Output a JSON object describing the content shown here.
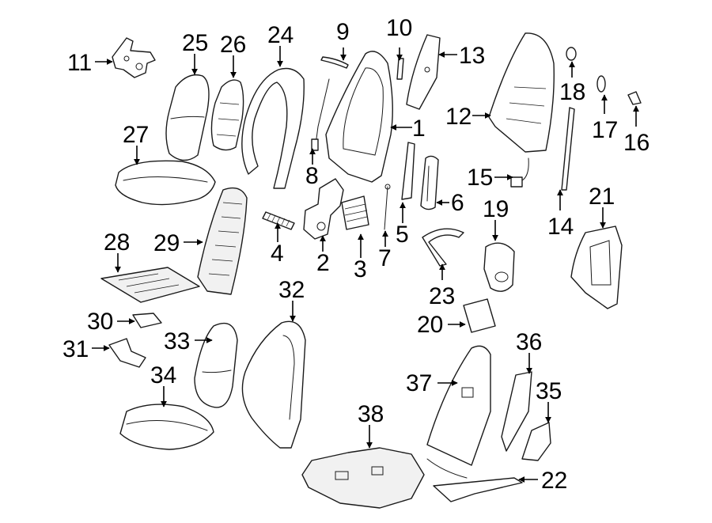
{
  "diagram": {
    "callouts": [
      {
        "id": "c1",
        "label": "1"
      },
      {
        "id": "c2",
        "label": "2"
      },
      {
        "id": "c3",
        "label": "3"
      },
      {
        "id": "c4",
        "label": "4"
      },
      {
        "id": "c5",
        "label": "5"
      },
      {
        "id": "c6",
        "label": "6"
      },
      {
        "id": "c7",
        "label": "7"
      },
      {
        "id": "c8",
        "label": "8"
      },
      {
        "id": "c9",
        "label": "9"
      },
      {
        "id": "c10",
        "label": "10"
      },
      {
        "id": "c11",
        "label": "11"
      },
      {
        "id": "c12",
        "label": "12"
      },
      {
        "id": "c13",
        "label": "13"
      },
      {
        "id": "c14",
        "label": "14"
      },
      {
        "id": "c15",
        "label": "15"
      },
      {
        "id": "c16",
        "label": "16"
      },
      {
        "id": "c17",
        "label": "17"
      },
      {
        "id": "c18",
        "label": "18"
      },
      {
        "id": "c19",
        "label": "19"
      },
      {
        "id": "c20",
        "label": "20"
      },
      {
        "id": "c21",
        "label": "21"
      },
      {
        "id": "c22",
        "label": "22"
      },
      {
        "id": "c23",
        "label": "23"
      },
      {
        "id": "c24",
        "label": "24"
      },
      {
        "id": "c25",
        "label": "25"
      },
      {
        "id": "c26",
        "label": "26"
      },
      {
        "id": "c27",
        "label": "27"
      },
      {
        "id": "c28",
        "label": "28"
      },
      {
        "id": "c29",
        "label": "29"
      },
      {
        "id": "c30",
        "label": "30"
      },
      {
        "id": "c31",
        "label": "31"
      },
      {
        "id": "c32",
        "label": "32"
      },
      {
        "id": "c33",
        "label": "33"
      },
      {
        "id": "c34",
        "label": "34"
      },
      {
        "id": "c35",
        "label": "35"
      },
      {
        "id": "c36",
        "label": "36"
      },
      {
        "id": "c37",
        "label": "37"
      },
      {
        "id": "c38",
        "label": "38"
      }
    ]
  }
}
